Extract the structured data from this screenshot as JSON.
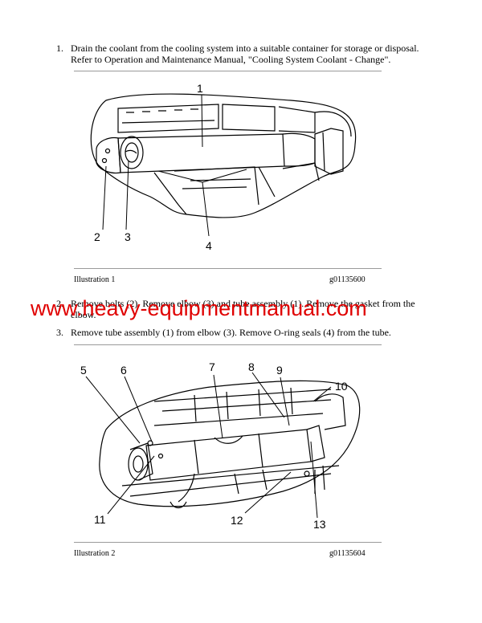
{
  "steps": [
    {
      "num": "1.",
      "line1": "Drain the coolant from the cooling system into a suitable container for storage or disposal.",
      "line2": "Refer to Operation and Maintenance Manual, \"Cooling System Coolant - Change\"."
    },
    {
      "num": "2.",
      "line1": "Remove bolts (2). Remove elbow (3) and tube assembly (1). Remove the gasket from the",
      "line2": "elbow."
    },
    {
      "num": "3.",
      "line1": "Remove tube assembly (1) from elbow (3). Remove O-ring seals (4) from the tube."
    }
  ],
  "illustration1": {
    "caption": "Illustration 1",
    "code": "g01135600",
    "callouts": [
      "1",
      "2",
      "3",
      "4"
    ]
  },
  "illustration2": {
    "caption": "Illustration 2",
    "code": "g01135604",
    "callouts": [
      "5",
      "6",
      "7",
      "8",
      "9",
      "10",
      "11",
      "12",
      "13"
    ]
  },
  "watermark": "www.heavy-equipmentmanual.com"
}
